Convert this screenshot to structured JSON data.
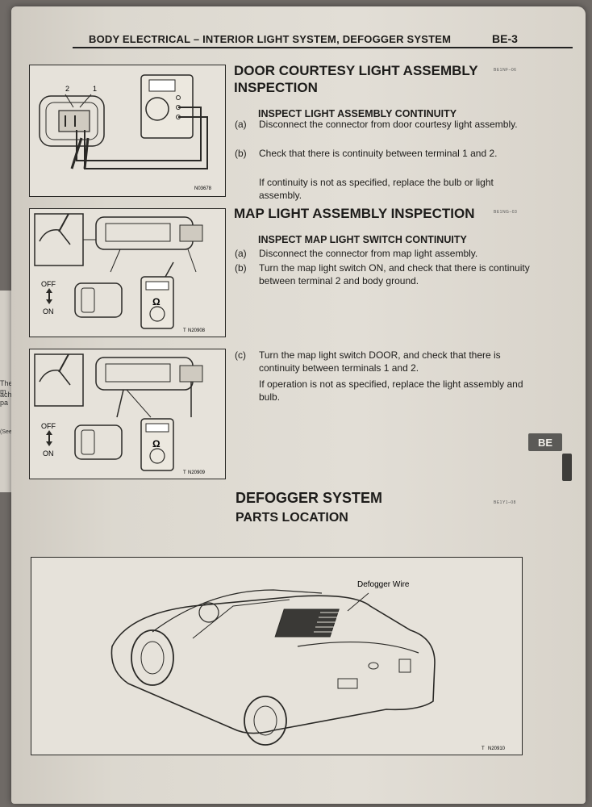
{
  "header": {
    "title": "BODY ELECTRICAL  –  INTERIOR LIGHT SYSTEM, DEFOGGER SYSTEM",
    "page": "BE-3"
  },
  "door_courtesy": {
    "heading_line1": "DOOR COURTESY LIGHT ASSEMBLY",
    "heading_line2": "INSPECTION",
    "code": "BE1NF–06",
    "subheading": "INSPECT LIGHT ASSEMBLY CONTINUITY",
    "steps": [
      {
        "marker": "(a)",
        "text": "Disconnect the connector from door courtesy light assembly."
      },
      {
        "marker": "(b)",
        "text": "Check that there is continuity between terminal 1 and 2."
      }
    ],
    "note": "If continuity is not as specified, replace the bulb or light assembly.",
    "figure": {
      "id": "N03678",
      "label_1": "1",
      "label_2": "2"
    }
  },
  "map_light": {
    "heading": "MAP LIGHT ASSEMBLY INSPECTION",
    "code": "BE1NG–03",
    "subheading": "INSPECT MAP LIGHT SWITCH CONTINUITY",
    "steps": [
      {
        "marker": "(a)",
        "text": "Disconnect the connector from map light assembly."
      },
      {
        "marker": "(b)",
        "text": "Turn the map light switch ON, and check that there is continuity between terminal 2 and body ground."
      },
      {
        "marker": "(c)",
        "text": "Turn the map light switch DOOR, and check that there is continuity between terminals 1 and 2."
      }
    ],
    "note": "If operation is not as specified, replace the light assembly and bulb.",
    "figure1": {
      "id": "N20908",
      "t": "T",
      "off": "OFF",
      "on": "ON",
      "meter": "Ω"
    },
    "figure2": {
      "id": "N20909",
      "t": "T",
      "off": "OFF",
      "on": "ON",
      "meter": "Ω"
    }
  },
  "defogger": {
    "heading": "DEFOGGER SYSTEM",
    "subheading": "PARTS LOCATION",
    "code": "BE1Y1–08",
    "figure": {
      "label": "Defogger Wire",
      "id": "N20910",
      "t": "T"
    }
  },
  "side_tab": {
    "label": "BE"
  },
  "under_page": {
    "text_1": "The m",
    "text_2": "ach pa",
    "text_3": "(See p"
  }
}
